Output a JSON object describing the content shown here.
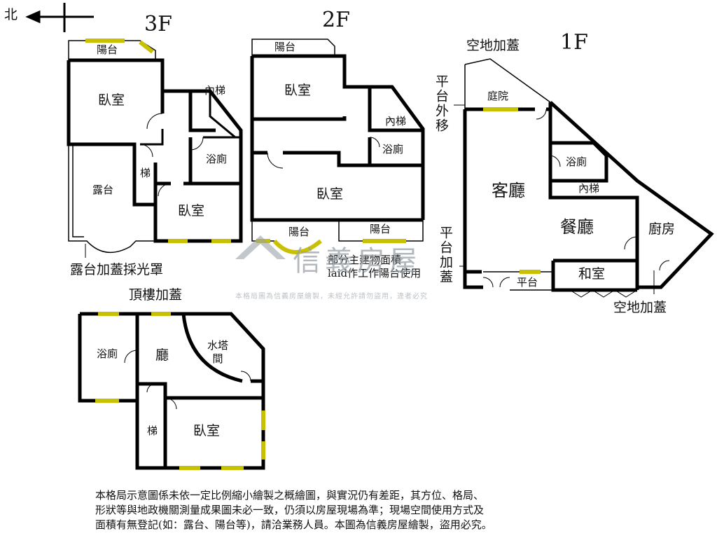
{
  "compass": {
    "north_label": "北"
  },
  "floors": {
    "f3": {
      "title": "3F",
      "rooms": {
        "balcony": "陽台",
        "bedroom_a": "臥室",
        "inner_stair": "內梯",
        "terrace": "露台",
        "stair": "梯",
        "bath": "浴廁",
        "bedroom_b": "臥室"
      },
      "annotation": "露台加蓋採光罩"
    },
    "f2": {
      "title": "2F",
      "rooms": {
        "balcony_top": "陽台",
        "bedroom_top": "臥室",
        "inner_stair": "內梯",
        "bath": "浴廁",
        "bedroom_main": "臥室",
        "balcony_left": "陽台",
        "balcony_right": "陽台"
      },
      "note_lines": [
        "部分主建物面積",
        "laid作工作陽台使用"
      ]
    },
    "f1": {
      "title": "1F",
      "rooms": {
        "courtyard": "庭院",
        "bath": "浴廁",
        "inner_stair": "內梯",
        "living": "客廳",
        "dining": "餐廳",
        "kitchen": "廚房",
        "japanese_room": "和室",
        "platform": "平台"
      },
      "annotations": {
        "top_addition": "空地加蓋",
        "platform_moved": "平台外移",
        "platform_added": "平台加蓋",
        "bottom_addition": "空地加蓋"
      }
    },
    "roof": {
      "title": "頂樓加蓋",
      "rooms": {
        "bath": "浴廁",
        "hall": "廳",
        "water_tower": "水塔\n間",
        "stair": "梯",
        "bedroom": "臥室"
      }
    }
  },
  "watermark": {
    "brand": "信義房屋",
    "notice": "本格局圖為信義房屋繪製，未經允許請勿盜用，違者必究"
  },
  "disclaimer_lines": [
    "本格局示意圖係未依一定比例縮小繪製之概繪圖，與實況仍有差距，其方位、格局、",
    "形狀等與地政機關測量成果圖未必一致，仍須以房屋現場為準；現場空間使用方式及",
    "面積有無登記(如：露台、陽台等)，請洽業務人員。本圖為信義房屋繪製，盜用必究。"
  ]
}
